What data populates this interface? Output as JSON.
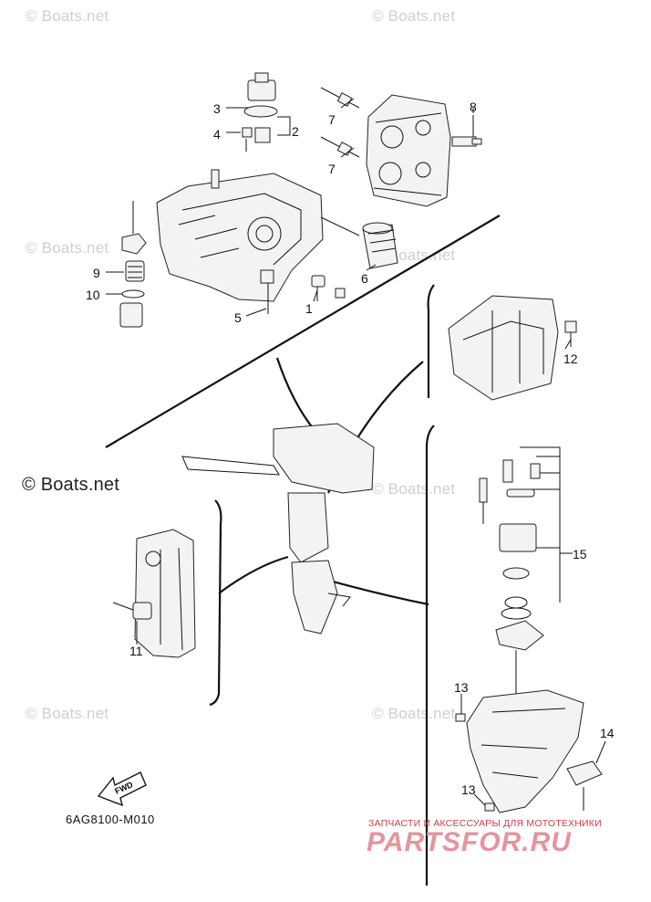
{
  "watermarks": {
    "top_left": "© Boats.net",
    "top_right": "© Boats.net",
    "mid_left": "© Boats.net",
    "mid_right": "© Boats.net",
    "center_right": "© Boats.net",
    "main": "© Boats.net",
    "lower_left": "© Boats.net",
    "lower_right": "© Boats.net"
  },
  "callouts": [
    "1",
    "2",
    "3",
    "4",
    "5",
    "6",
    "7",
    "7",
    "8",
    "9",
    "10",
    "11",
    "12",
    "13",
    "13",
    "14",
    "15"
  ],
  "diagram_code": "6AG8100-M010",
  "fwd_label": "FWD",
  "brand": {
    "tagline": "ЗАПЧАСТИ И АКСЕССУАРЫ ДЛЯ МОТОТЕХНИКИ",
    "name": "PARTSFOR.RU"
  },
  "colors": {
    "line": "#111111",
    "watermark": "#cfcfcf",
    "brand_red": "#d23c4c",
    "brand_pink": "#e5949c"
  }
}
